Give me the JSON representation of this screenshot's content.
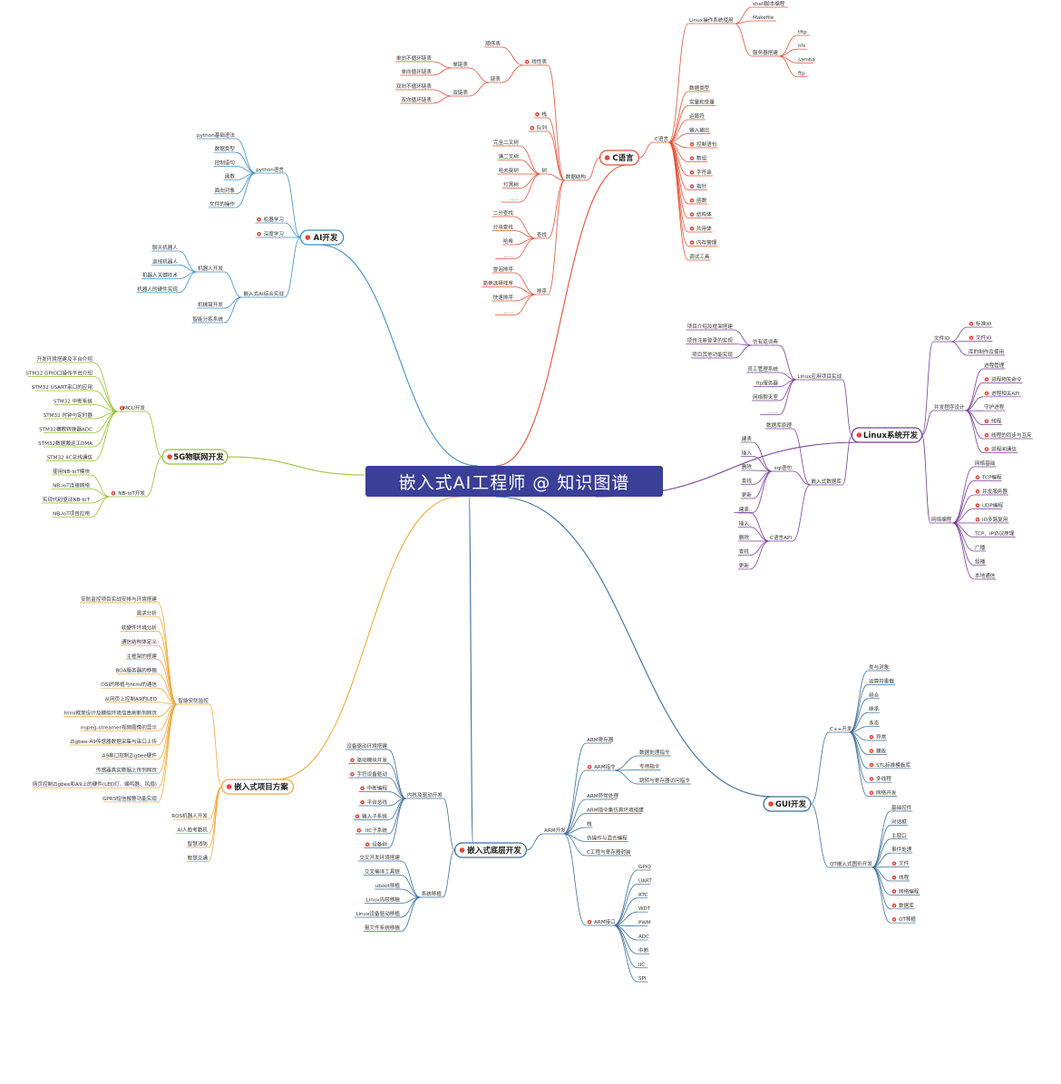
{
  "center": {
    "title": "嵌入式AI工程师 @ 知识图谱"
  },
  "colors": {
    "ai": "#3f8fc4",
    "c": "#e1543a",
    "linux": "#7a3f98",
    "gui": "#3f6f9a",
    "bottom": "#3f6f9a",
    "project": "#eeaa3e",
    "iot": "#97bf37",
    "icon": "#e5453a"
  },
  "branches": {
    "ai": {
      "label": "AI开发",
      "groups": [
        {
          "label": "python语言",
          "items": [
            "python基础语法",
            "数据类型",
            "控制语句",
            "函数",
            "面向对象",
            "文件的操作"
          ]
        },
        {
          "label": "机器学习",
          "items": []
        },
        {
          "label": "深度学习",
          "items": []
        },
        {
          "label": "嵌入式AI综合实战",
          "children": [
            {
              "label": "机器人开发",
              "items": [
                "聊天机器人",
                "巡线机器人",
                "机器人关键技术",
                "机器人的硬件实现"
              ]
            },
            {
              "label": "机械臂开发",
              "items": []
            },
            {
              "label": "智能分拣系统",
              "items": []
            }
          ]
        }
      ]
    },
    "c": {
      "label": "C语言",
      "linux_ops": {
        "label": "Linux操作系统使用",
        "items": [
          "shell脚本编程",
          "Makefile"
        ],
        "server": {
          "label": "服务器搭建",
          "items": [
            "tftp",
            "nfs",
            "samba",
            "ftp"
          ]
        }
      },
      "clang": {
        "label": "C语言",
        "items": [
          "数据类型",
          "常量和变量",
          "运算符",
          "输入输出",
          "控制语句",
          "数组",
          "字符串",
          "指针",
          "函数",
          "结构体",
          "共用体",
          "内存管理",
          "调试工具"
        ]
      },
      "ds": {
        "label": "数据结构",
        "linear": {
          "label": "线性表",
          "seq": "顺序表",
          "list": {
            "label": "链表",
            "single": {
              "label": "单链表",
              "items": [
                "单向不循环链表",
                "单向循环链表"
              ]
            },
            "double": {
              "label": "双链表",
              "items": [
                "双向不循环链表",
                "双向循环链表"
              ]
            }
          }
        },
        "stack": "栈",
        "queue": "队列",
        "tree": {
          "label": "树",
          "items": [
            "完全二叉树",
            "满二叉树",
            "哈夫曼树",
            "红黑树",
            "......"
          ]
        },
        "search": {
          "label": "查找",
          "items": [
            "二分查找",
            "分块查找",
            "哈希",
            "......"
          ]
        },
        "sort": {
          "label": "排序",
          "items": [
            "冒泡排序",
            "简单选择排序",
            "快速排序",
            "......"
          ]
        }
      }
    },
    "linux": {
      "label": "Linux系统开发",
      "fileio": {
        "label": "文件IO",
        "items": [
          "标准IO",
          "文件IO",
          "库的制作及使用"
        ]
      },
      "proc": {
        "label": "并发程序设计",
        "items": [
          "进程管理",
          "进程相关命令",
          "进程相关API",
          "守护进程",
          "线程",
          "线程的同步与互斥",
          "进程间通信"
        ]
      },
      "net": {
        "label": "网络编程",
        "items": [
          "网络基础",
          "TCP编程",
          "并发服务器",
          "UDP编程",
          "IO多路复用",
          "TCP、IP协议原理",
          "广播",
          "组播",
          "本地通信"
        ]
      },
      "app": {
        "label": "Linux应用项目实战",
        "chat": {
          "label": "仿有道词典",
          "items": [
            "项目介绍及框架搭建",
            "项目注册登录的实现",
            "项目其他功能实现"
          ]
        },
        "others": [
          "员工管理系统",
          "ftp服务器",
          "网络聊天室",
          "......"
        ]
      },
      "db": {
        "label": "嵌入式数据库",
        "principle": "数据库原理",
        "sql": {
          "label": "sql语句",
          "items": [
            "建表",
            "插入",
            "删除",
            "查找",
            "更新",
            "......"
          ]
        },
        "capi": {
          "label": "C语言API",
          "items": [
            "建表",
            "插入",
            "删除",
            "查找",
            "更新"
          ]
        }
      }
    },
    "gui": {
      "label": "GUI开发",
      "cpp": {
        "label": "C++开发",
        "items": [
          "类与对象",
          "运算符重载",
          "组合",
          "继承",
          "多态",
          "异常",
          "模板",
          "STL标准模板库",
          "多线程",
          "网络开发"
        ]
      },
      "qt": {
        "label": "QT嵌入式图形开发",
        "items": [
          "基础控件",
          "对话框",
          "主窗口",
          "事件处理",
          "文件",
          "线程",
          "网络编程",
          "数据库",
          "QT移植"
        ]
      }
    },
    "bottom": {
      "label": "嵌入式底层开发",
      "kernel": {
        "label": "内核及驱动开发",
        "items": [
          "设备驱动环境搭建",
          "驱动模块开发",
          "字符设备驱动",
          "中断编程",
          "平台总线",
          "输入子系统",
          "IIC子系统",
          "设备树"
        ]
      },
      "port": {
        "label": "系统移植",
        "items": [
          "交叉开发环境搭建",
          "交叉编译工具链",
          "uboot移植",
          "Linux内核移植",
          "Linux设备驱动移植",
          "根文件系统移植"
        ]
      },
      "arm": {
        "label": "ARM开发",
        "reg": "ARM寄存器",
        "ins": {
          "label": "ARM指令",
          "items": [
            "数据处理指令",
            "专用指令",
            "跳转与寄存器访问指令"
          ]
        },
        "list": [
          "ARM异常处理",
          "ARM指令集仿真环境搭建",
          "栈",
          "伪操作与混合编程",
          "C工程与寄存器封装"
        ],
        "iface": {
          "label": "ARM接口",
          "items": [
            "GPIO",
            "UART",
            "RTC",
            "WDT",
            "PWM",
            "ADC",
            "中断",
            "IIC",
            "SPI"
          ]
        }
      }
    },
    "project": {
      "label": "嵌入式项目方案",
      "smart": {
        "label": "智能安防监控",
        "items": [
          "安防监控项目实战安排与环境搭建",
          "需求分析",
          "软硬件环境分析",
          "通信结构体定义",
          "主框架的搭建",
          "BOA服务器的移植",
          "CGI的移植与html的通信",
          "从网页上控制A9的LED",
          "html框架设计及模拟环境信息刷新到网页",
          "mjpeg-streamer视频图像的显示",
          "Zigbee-A9传感器数据采集与串口上传",
          "A9串口控制Zigbee硬件",
          "传感器真实数据上传到网页",
          "网页控制Zigbee和A9上的硬件(LED灯、蜂鸣器、风扇)",
          "GPRS短信报警功能实现"
        ]
      },
      "others": [
        "ROS机器人开发",
        "AI人脸考勤机",
        "智慧消防",
        "智慧交通"
      ]
    },
    "iot": {
      "label": "5G物联网开发",
      "mcu": {
        "label": "MCU开发",
        "items": [
          "开发环境搭建及平台介绍",
          "STM32 GPIO口操作平台介绍",
          "STM32 USART串口的应用",
          "STM32 中断系统",
          "STM32 时钟与定时器",
          "STM32模数转换器ADC",
          "STM32数据搬运工DMA",
          "STM32 IIC总线通信"
        ]
      },
      "nb": {
        "label": "NB-IoT开发",
        "items": [
          "使用NB-IoT模块",
          "NB-IoT连接网络",
          "实现代码驱动NB-IoT",
          "NB-IoT项目应用"
        ]
      }
    }
  }
}
